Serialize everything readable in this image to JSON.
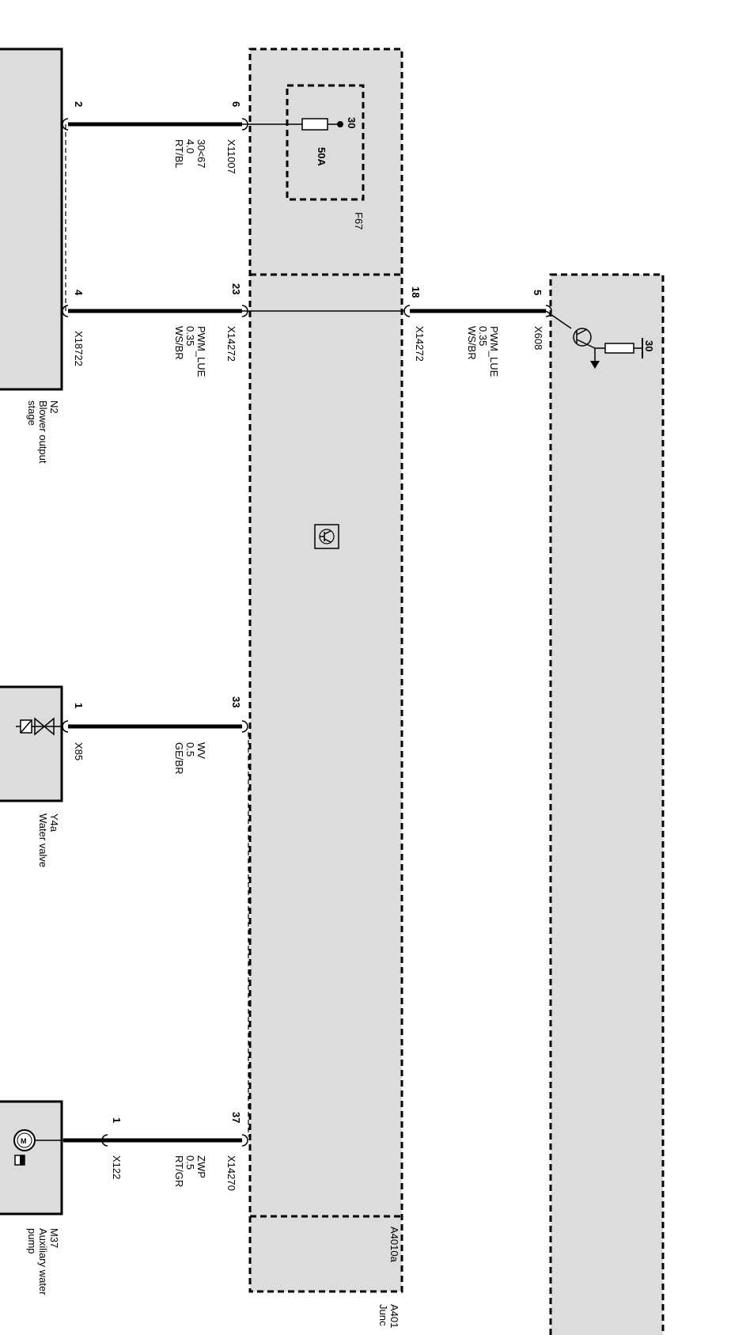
{
  "components": {
    "n2": {
      "ref": "N2",
      "name_1": "Blower output",
      "name_2": "stage"
    },
    "y4a": {
      "ref": "Y4a",
      "name": "Water valve"
    },
    "m37": {
      "ref": "M37",
      "name_1": "Auxiliary water",
      "name_2": "pump"
    },
    "a4010a": {
      "ref": "A4010a"
    },
    "a401_partial": {
      "ref": "A401",
      "name": "Junc"
    },
    "f67": {
      "ref": "F67",
      "rating": "50A",
      "terminal": "30"
    },
    "x608_unit": {
      "terminal": "30"
    }
  },
  "wires": [
    {
      "id": "w1",
      "left_pin": "2",
      "right_pin": "6",
      "left_conn": "X11007",
      "signal": "30<67",
      "gauge": "4.0",
      "color": "RT/BL"
    },
    {
      "id": "w2",
      "left_pin": "4",
      "right_pin": "23",
      "left_conn": "X18722",
      "mid_conn": "X14272",
      "signal": "PWM_LUE",
      "gauge": "0.35",
      "color": "WS/BR"
    },
    {
      "id": "w3",
      "left_pin": "18",
      "right_pin": "5",
      "left_conn": "X14272",
      "right_conn": "X608",
      "signal": "PWM_LUE",
      "gauge": "0.35",
      "color": "WS/BR"
    },
    {
      "id": "w4",
      "left_pin": "1",
      "right_pin": "33",
      "left_conn": "X85",
      "signal": "WV",
      "gauge": "0.5",
      "color": "GE/BR"
    },
    {
      "id": "w5",
      "left_pin": "1",
      "right_pin": "37",
      "left_conn": "X122",
      "right_conn": "X14270",
      "signal": "ZWP",
      "gauge": "0.5",
      "color": "RT/GR"
    }
  ],
  "icons": [
    "fuse-icon",
    "transistor-icon",
    "solenoid-valve-icon",
    "motor-icon",
    "ground-arrow-icon",
    "resistor-icon"
  ]
}
